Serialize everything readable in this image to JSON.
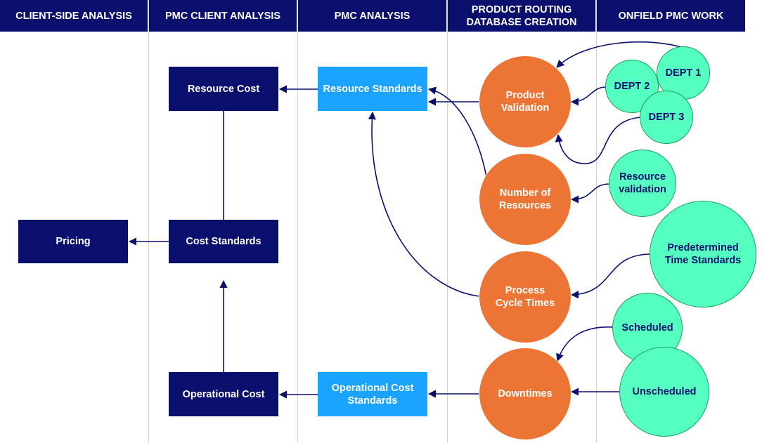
{
  "columns": [
    {
      "label": "CLIENT-SIDE ANALYSIS"
    },
    {
      "label": "PMC CLIENT ANALYSIS"
    },
    {
      "label": "PMC ANALYSIS"
    },
    {
      "label": "PRODUCT ROUTING\nDATABASE CREATION"
    },
    {
      "label": "ONFIELD PMC WORK"
    }
  ],
  "client_side": {
    "pricing": "Pricing"
  },
  "pmc_client": {
    "resource_cost": "Resource Cost",
    "cost_standards": "Cost Standards",
    "operational_cost": "Operational Cost"
  },
  "pmc_analysis": {
    "resource_standards": "Resource Standards",
    "operational_cost_standards": "Operational Cost\nStandards"
  },
  "routing": {
    "product_validation": "Product\nValidation",
    "number_of_resources": "Number of\nResources",
    "process_cycle_times": "Process\nCycle Times",
    "downtimes": "Downtimes"
  },
  "onfield": {
    "dept1": "DEPT 1",
    "dept2": "DEPT 2",
    "dept3": "DEPT 3",
    "resource_validation": "Resource\nvalidation",
    "predetermined_time_standards": "Predetermined\nTime Standards",
    "scheduled": "Scheduled",
    "unscheduled": "Unscheduled"
  },
  "colors": {
    "navy": "#0a0f6e",
    "blue": "#1aa3ff",
    "orange": "#ec7434",
    "green": "#55ffbf"
  }
}
